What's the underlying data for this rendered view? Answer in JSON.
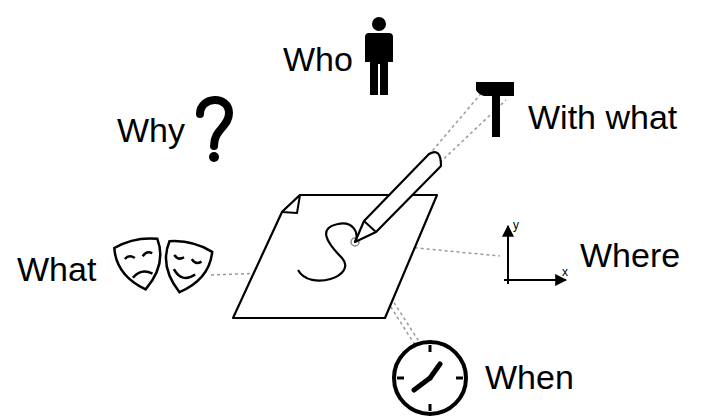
{
  "diagram": {
    "labels": [
      "Who",
      "Why",
      "With what",
      "y",
      "What",
      "Where",
      "x",
      "When"
    ]
  }
}
